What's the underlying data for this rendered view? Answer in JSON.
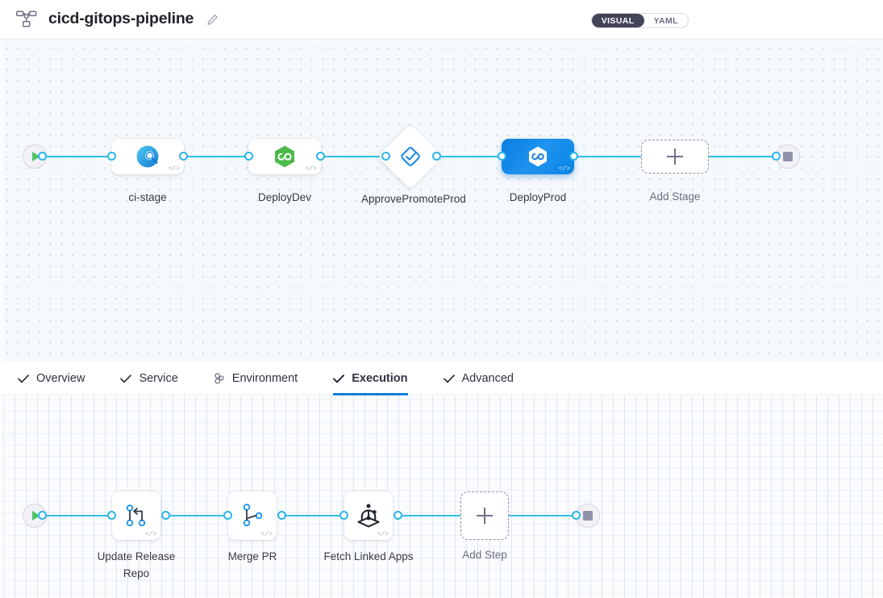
{
  "header": {
    "pipeline_icon": "pipeline-hierarchy-icon",
    "title": "cicd-gitops-pipeline",
    "edit_icon": "pencil-edit-icon",
    "view_toggle": {
      "options": [
        "VISUAL",
        "YAML"
      ],
      "selected": "VISUAL"
    }
  },
  "stage_canvas": {
    "start_node": {
      "name": "start-node",
      "icon": "play-icon"
    },
    "end_node": {
      "name": "end-node",
      "icon": "stop-icon"
    },
    "stages": [
      {
        "label": "ci-stage",
        "icon": "ci-build-search-icon",
        "type": "card",
        "selected": false,
        "code_badge": "</>"
      },
      {
        "label": "DeployDev",
        "icon": "gitops-hexagon-icon",
        "type": "card",
        "selected": false,
        "code_badge": "</>"
      },
      {
        "label": "ApprovePromoteProd",
        "icon": "approval-diamond-icon",
        "type": "diamond",
        "selected": false,
        "code_badge": ""
      },
      {
        "label": "DeployProd",
        "icon": "gitops-hexagon-icon",
        "type": "card",
        "selected": true,
        "code_badge": "</>"
      }
    ],
    "add_stage": {
      "label": "Add Stage",
      "icon": "plus-icon"
    }
  },
  "tabs": [
    {
      "label": "Overview",
      "icon": "check-icon",
      "active": false
    },
    {
      "label": "Service",
      "icon": "check-icon",
      "active": false
    },
    {
      "label": "Environment",
      "icon": "environment-icon",
      "active": false
    },
    {
      "label": "Execution",
      "icon": "check-icon",
      "active": true
    },
    {
      "label": "Advanced",
      "icon": "check-icon",
      "active": false
    }
  ],
  "step_canvas": {
    "start_node": {
      "name": "start-node",
      "icon": "play-icon"
    },
    "end_node": {
      "name": "end-node",
      "icon": "stop-icon"
    },
    "steps": [
      {
        "label": "Update Release Repo",
        "icon": "git-merge-icon",
        "code_badge": "</>"
      },
      {
        "label": "Merge PR",
        "icon": "git-branch-icon",
        "code_badge": "</>"
      },
      {
        "label": "Fetch Linked Apps",
        "icon": "argocd-icon",
        "code_badge": "</>"
      }
    ],
    "add_step": {
      "label": "Add Step",
      "icon": "plus-icon"
    }
  },
  "colors": {
    "accent_blue": "#0b7ee0",
    "link_blue": "#32bfec",
    "start_green": "#4fc26b",
    "stop_grey": "#9193ab",
    "toggle_dark": "#434457",
    "canvas_bg": "#f6f9fc"
  }
}
